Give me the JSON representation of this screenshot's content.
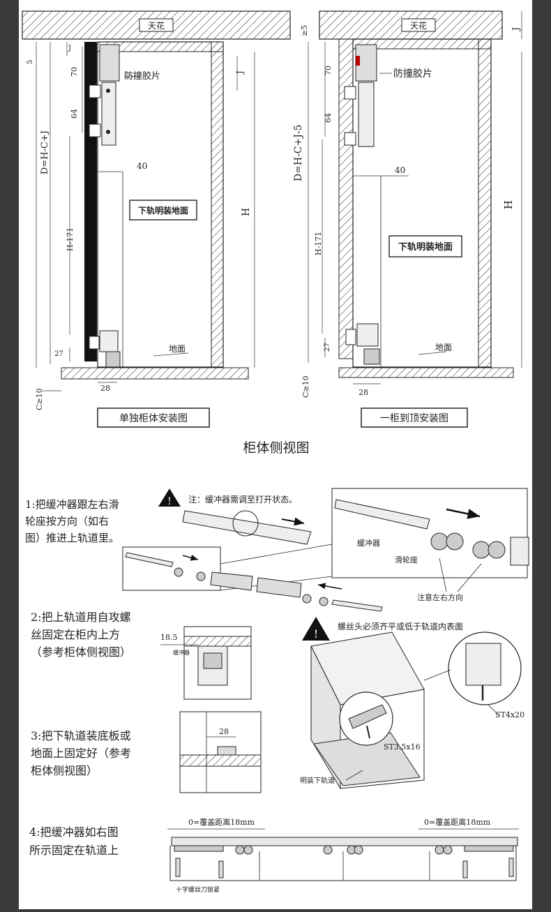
{
  "top": {
    "left": {
      "ceiling": "天花",
      "labels": [
        "J",
        "5",
        "70",
        "64",
        "防撞胶片",
        "J",
        "40",
        "D=H-C+J",
        "下轨明装地面",
        "H",
        "H-171",
        "27",
        "地面",
        "28",
        "C≥10"
      ],
      "caption": "单独柜体安装图"
    },
    "right": {
      "ceiling": "天花",
      "labels": [
        "≥5",
        "J",
        "70",
        "防撞胶片",
        "64",
        "40",
        "D=H-C+J-5",
        "H",
        "H-171",
        "下轨明装地面",
        "27",
        "地面",
        "C≥10",
        "28"
      ],
      "caption": "一柜到顶安装图"
    },
    "title": "柜体侧视图"
  },
  "steps": {
    "s1": {
      "lines": [
        "1:把缓冲器跟左右滑",
        "轮座按方向（如右",
        "图）推进上轨道里。"
      ],
      "note": "注：缓冲器需调至打开状态。",
      "buffer": "缓冲器",
      "pulley": "滑轮座",
      "direction": "注意左右方向"
    },
    "s2": {
      "lines": [
        "2:把上轨道用自攻螺",
        "丝固定在柜内上方",
        "（参考柜体侧视图）"
      ],
      "warning": "螺丝头必须齐平或低于轨道内表面",
      "dim": "18.5",
      "small": "缓冲器",
      "st1": "ST4x20",
      "st2": "ST3.5x16",
      "rail": "明装下轨道"
    },
    "s3": {
      "lines": [
        "3:把下轨道装底板或",
        "地面上固定好（参考",
        "柜体侧视图）"
      ],
      "dim": "28"
    },
    "s4": {
      "lines": [
        "4:把缓冲器如右图",
        "所示固定在轨道上"
      ],
      "left_dim": "0=覆盖距离18mm",
      "right_dim": "0=覆盖距离18mm",
      "bottom": "十字螺丝刀锁紧"
    }
  }
}
